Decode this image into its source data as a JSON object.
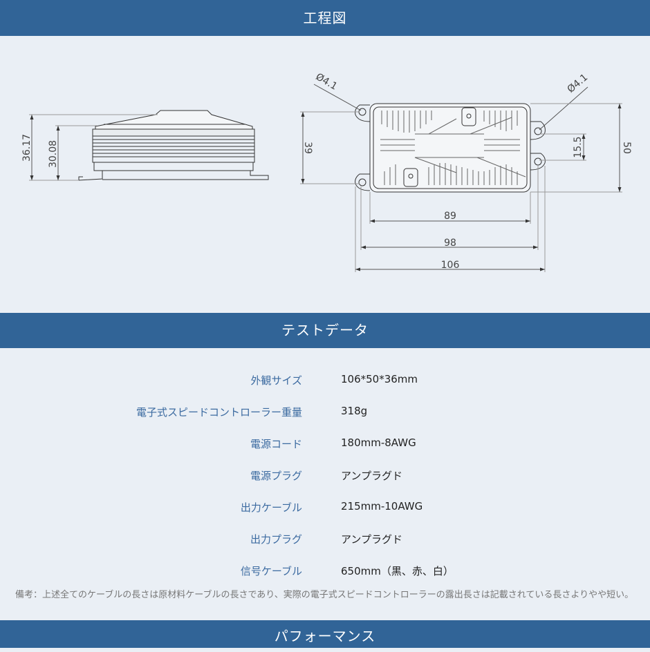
{
  "sections": {
    "drawing_title": "工程図",
    "test_data_title": "テストデータ",
    "performance_title": "パフォーマンス"
  },
  "drawing": {
    "side_height_total": "36.17",
    "side_height_body": "30.08",
    "top_height": "39",
    "hole_left": "Ø4.1",
    "hole_right": "Ø4.1",
    "hole_spacing": "15.5",
    "width_total": "50",
    "len_body": "89",
    "len_holes": "98",
    "len_total": "106"
  },
  "specs": [
    {
      "label": "外観サイズ",
      "value": "106*50*36mm"
    },
    {
      "label": "電子式スピードコントローラー重量",
      "value": "318g"
    },
    {
      "label": "電源コード",
      "value": "180mm-8AWG"
    },
    {
      "label": "電源プラグ",
      "value": "アンプラグド"
    },
    {
      "label": "出力ケーブル",
      "value": "215mm-10AWG"
    },
    {
      "label": "出力プラグ",
      "value": "アンプラグド"
    },
    {
      "label": "信号ケーブル",
      "value": "650mm（黒、赤、白）"
    }
  ],
  "note": "備考：上述全てのケーブルの長さは原材料ケーブルの長さであり、実際の電子式スピードコントローラーの露出長さは記載されている長さよりやや短い。",
  "colors": {
    "band": "#316497",
    "background": "#eaeff5",
    "label": "#3b6aa0"
  }
}
